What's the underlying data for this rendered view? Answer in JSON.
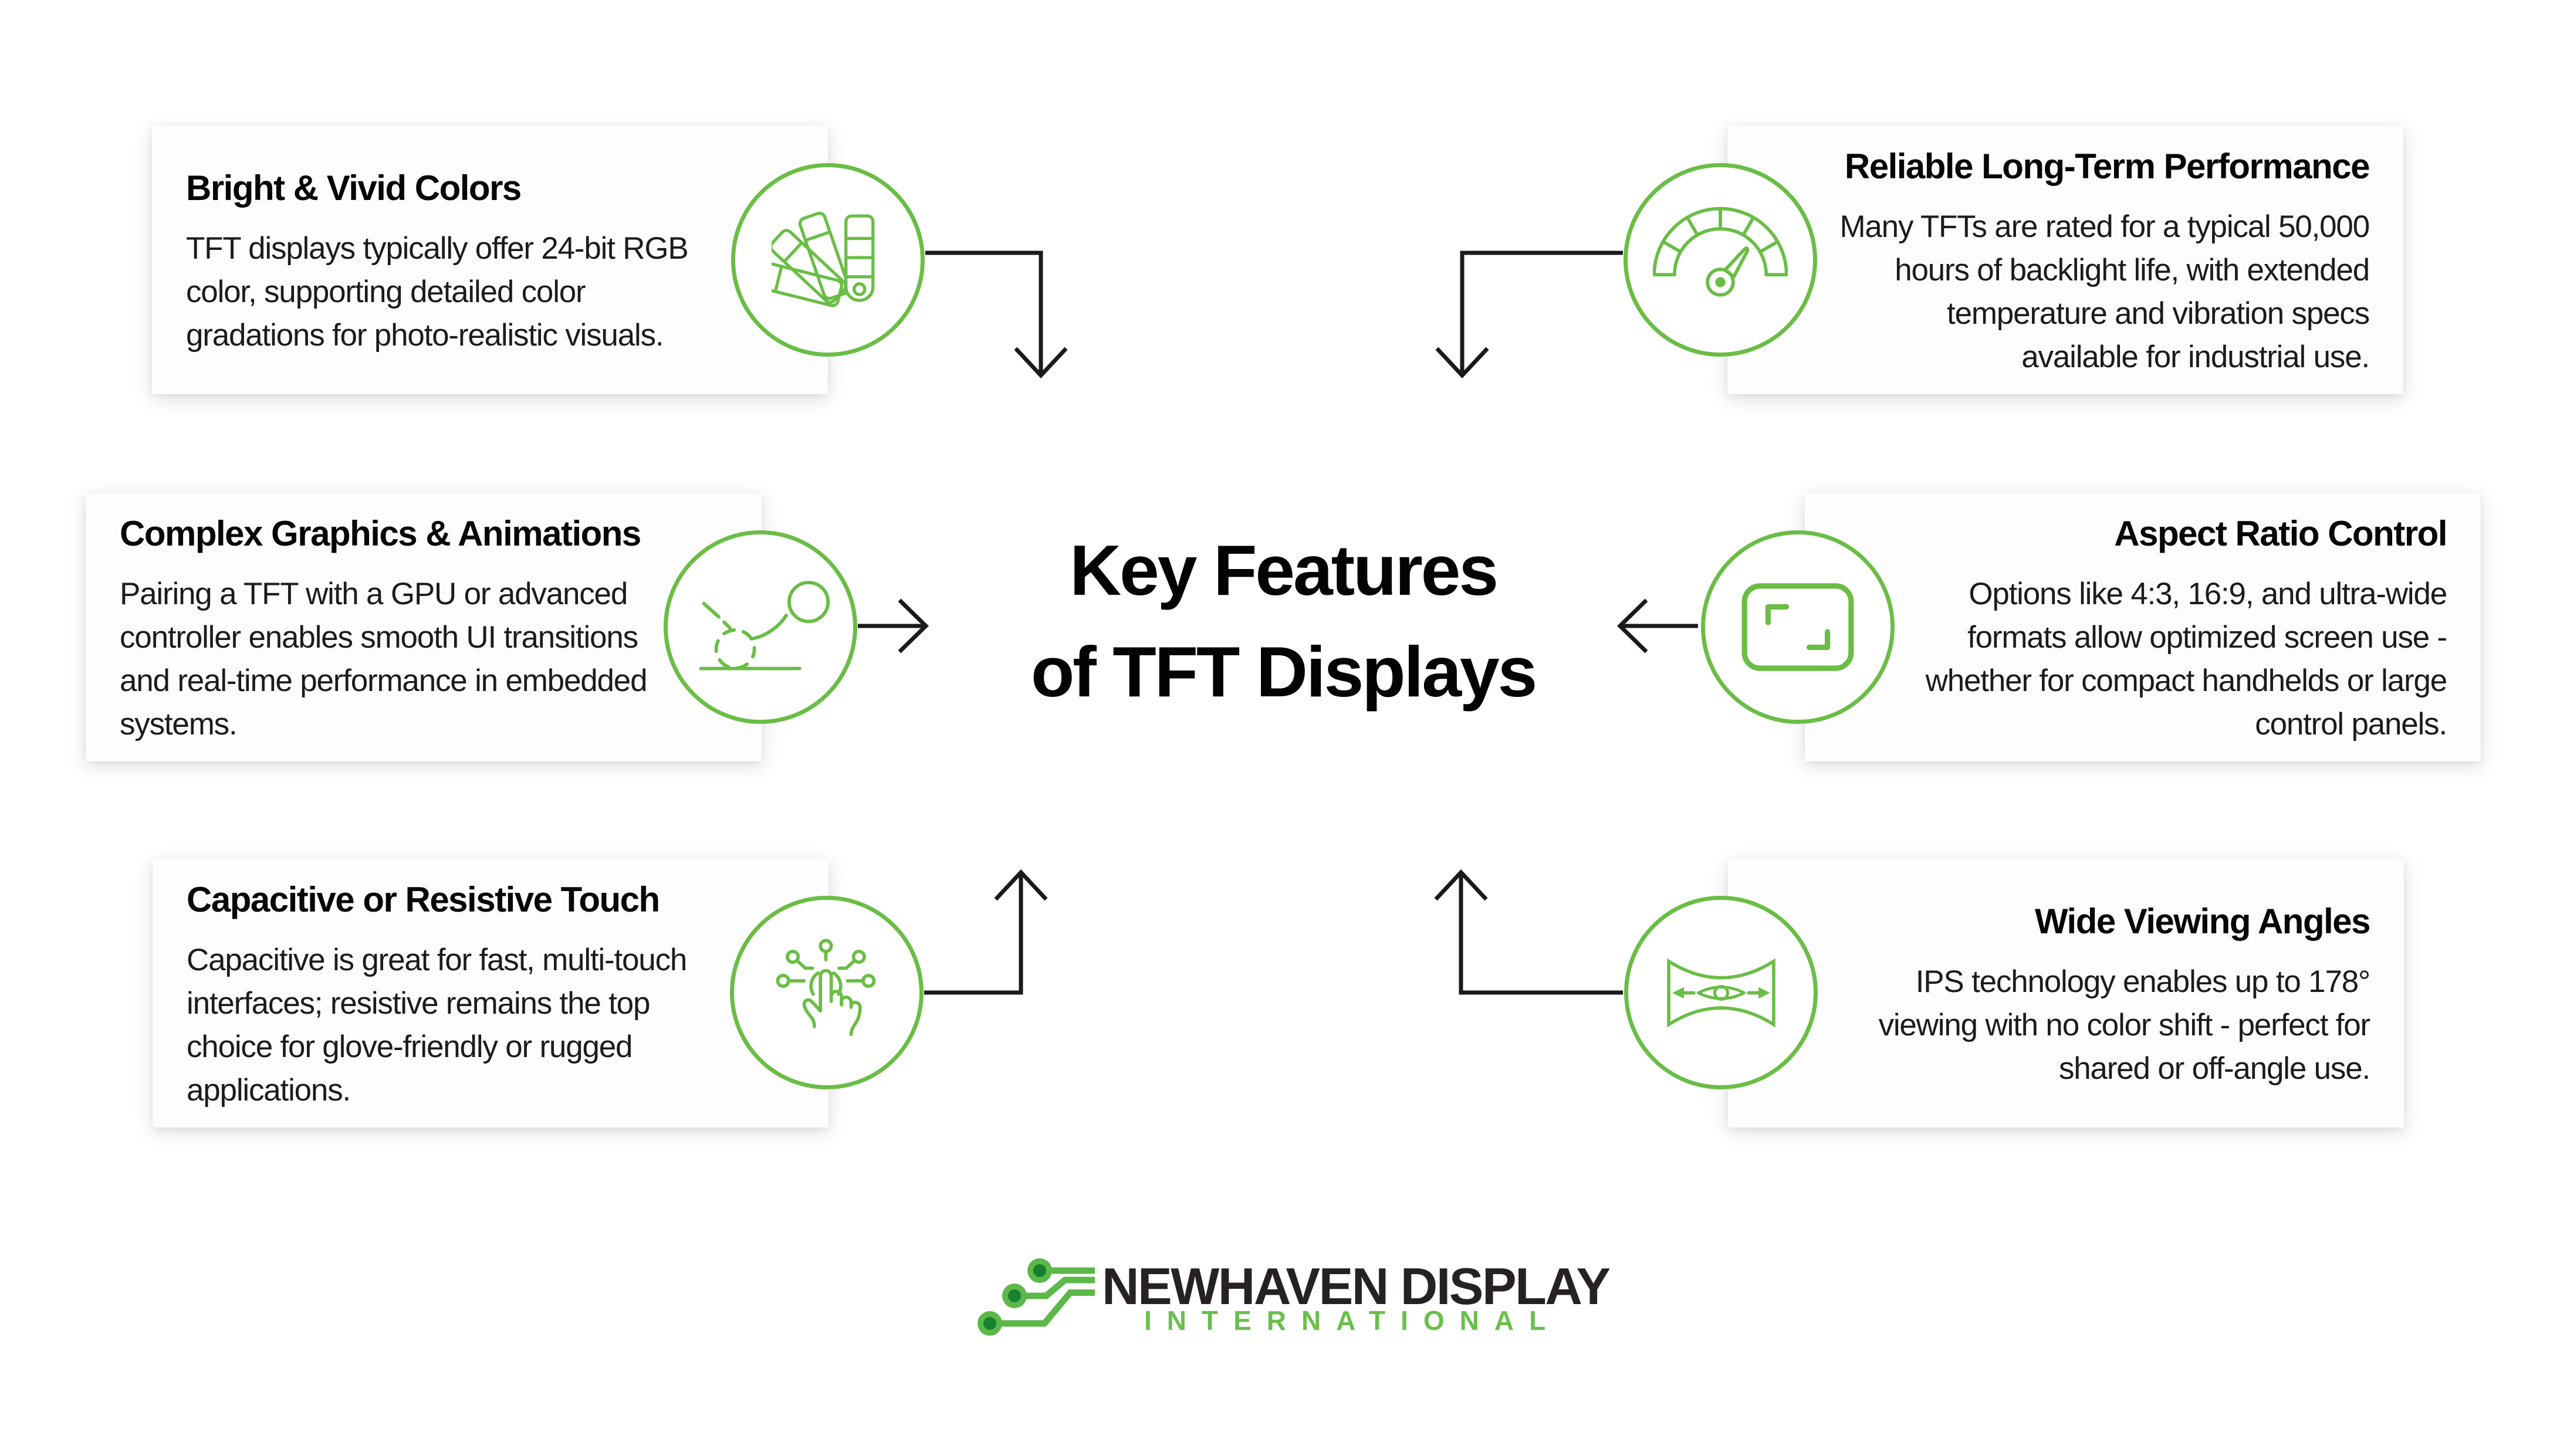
{
  "title": "Key Features\nof TFT Displays",
  "cards": [
    {
      "heading": "Bright & Vivid Colors",
      "body": "TFT displays typically offer 24-bit RGB\ncolor, supporting detailed color\ngradations for photo-realistic visuals.",
      "icon": "color-swatches"
    },
    {
      "heading": "Complex Graphics & Animations",
      "body": "Pairing a TFT with a GPU or advanced\ncontroller enables smooth UI transitions\nand real-time performance in embedded\nsystems.",
      "icon": "bouncing-ball"
    },
    {
      "heading": "Capacitive or Resistive Touch",
      "body": "Capacitive is great for fast, multi-touch\ninterfaces; resistive remains the top\nchoice for glove-friendly or rugged\napplications.",
      "icon": "touch-hand"
    },
    {
      "heading": "Reliable Long-Term Performance",
      "body": "Many TFTs are rated for a typical 50,000\nhours of backlight life, with extended\ntemperature and vibration specs\navailable for industrial use.",
      "icon": "gauge"
    },
    {
      "heading": "Aspect Ratio Control",
      "body": "Options like 4:3, 16:9, and ultra-wide\nformats allow optimized screen use -\nwhether for compact handhelds or large\ncontrol panels.",
      "icon": "aspect-ratio"
    },
    {
      "heading": "Wide Viewing Angles",
      "body": "IPS technology enables up to 178°\nviewing with no color shift - perfect for\nshared or off-angle use.",
      "icon": "viewing-angles"
    }
  ],
  "logo": {
    "name": "NEWHAVEN DISPLAY",
    "subtitle": "INTERNATIONAL"
  },
  "colors": {
    "accent_green": "#6abd45",
    "logo_green": "#5cb848",
    "logo_dark_green": "#17812f",
    "logo_text": "#262223",
    "text": "#1b1b1b",
    "arrow": "#1a1a1a",
    "card_background": "#fdfdfd"
  }
}
